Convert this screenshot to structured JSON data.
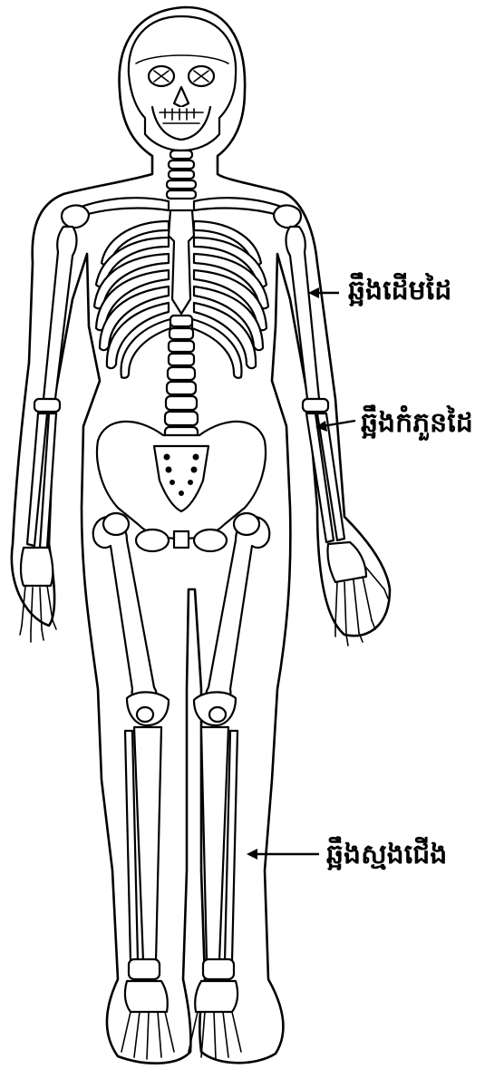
{
  "labels": {
    "humerus": "ឆ្អឹងដើមដៃ",
    "forearm": "ឆ្អឹងកំភួនដៃ",
    "tibia": "ឆ្អឹងស្មងជើង"
  },
  "colors": {
    "ink": "#000000",
    "background": "#ffffff"
  }
}
